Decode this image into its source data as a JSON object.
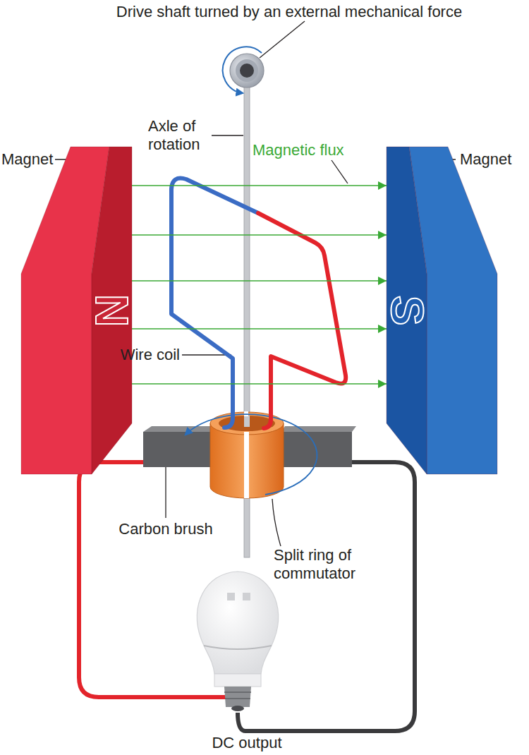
{
  "diagram": {
    "nodes": [
      {
        "text": [
          "N"
        ]
      },
      {
        "text": [
          "S"
        ]
      }
    ],
    "edges": [
      {
        "from": 0,
        "to": 1,
        "arrow": "to"
      },
      {
        "from": 0,
        "to": 1,
        "arrow": "to"
      },
      {
        "from": 0,
        "to": 1,
        "arrow": "to"
      },
      {
        "from": 0,
        "to": 1,
        "arrow": "to"
      },
      {
        "from": 0,
        "to": 1,
        "arrow": "to"
      }
    ],
    "labels": [
      "Drive shaft turned by an external mechanical force",
      "Axle of rotation",
      "Magnetic flux",
      "Magnet",
      "Magnet",
      "Wire coil",
      "Carbon brush",
      "Split ring of commutator",
      "DC output"
    ]
  }
}
